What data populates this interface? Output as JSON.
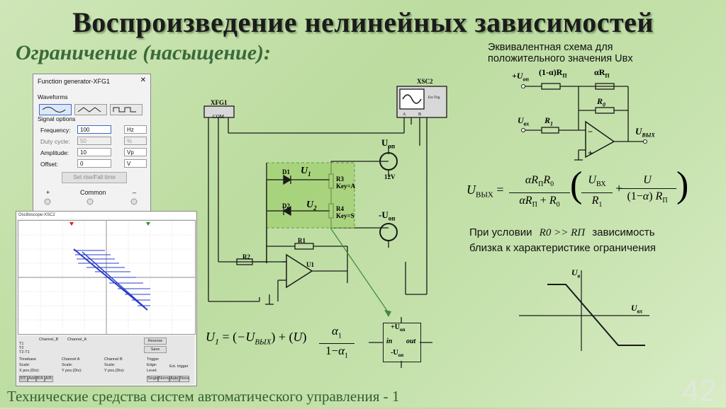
{
  "slide": {
    "title": "Воспроизведение нелинейных зависимостей",
    "subtitle": "Ограничение (насыщение):",
    "footer": "Технические средства систем автоматического управления - 1",
    "page_number": "42",
    "equiv_caption_line1": "Эквивалентная схема для",
    "equiv_caption_line2": "положительного значения Uвх",
    "condition_prefix": "При условии",
    "condition_formula": "R0 >> RП",
    "condition_suffix": "зависимость",
    "condition_line2": "близка к характеристике ограничения"
  },
  "function_generator": {
    "title": "Function generator-XFG1",
    "close": "✕",
    "waveforms_label": "Waveforms",
    "signal_options_label": "Signal options",
    "frequency_label": "Frequency:",
    "frequency_value": "100",
    "frequency_unit": "Hz",
    "duty_label": "Duty cycle:",
    "duty_value": "50",
    "duty_unit": "%",
    "amplitude_label": "Amplitude:",
    "amplitude_value": "10",
    "amplitude_unit": "Vp",
    "offset_label": "Offset:",
    "offset_value": "0",
    "offset_unit": "V",
    "rise_fall_button": "Set rise/Fall time",
    "plus": "+",
    "common": "Common",
    "minus": "_"
  },
  "oscilloscope": {
    "title": "Oscilloscope-XSC2",
    "channel_b": "Channel_B",
    "channel_a": "Channel_A",
    "t1": "T1",
    "t2": "T2",
    "t2t1": "T2-T1",
    "reverse": "Reverse",
    "save": "Save",
    "timebase": "Timebase",
    "channel_a_group": "Channel A",
    "channel_b_group": "Channel B",
    "trigger": "Trigger",
    "scale": "Scale:",
    "xpos": "X pos.(Div):",
    "ypos": "Y pos.(Div):",
    "level": "Level:",
    "edge": "Edge:",
    "ba": "B/A",
    "ab": "A/B",
    "add": "Add",
    "y_t": "Y/T",
    "single": "Single",
    "normal": "Normal",
    "auto": "Auto",
    "none": "None",
    "ext_trig": "Ext. trigger"
  },
  "circuit": {
    "xfg1": "XFG1",
    "xfg1_com": "COM",
    "xsc2": "XSC2",
    "xsc2_ext": "Ext Trig",
    "xsc2_a": "A",
    "xsc2_b": "B",
    "d1": "D1",
    "d2": "D2",
    "u1": "U",
    "u1_sub": "1",
    "u2": "U",
    "u2_sub": "2",
    "r3": "R3",
    "r3_key": "Key=A",
    "r4": "R4",
    "r4_key": "Key=S",
    "uop": "U",
    "uop_sub": "оп",
    "v12": "12V",
    "minus_uop": "-U",
    "minus_uop_sub": "оп",
    "r1": "R1",
    "r2": "R2",
    "opamp": "U1",
    "block_plus": "+U",
    "block_plus_sub": "оп",
    "block_in": "in",
    "block_out": "out",
    "block_minus": "-U",
    "block_minus_sub": "оп"
  },
  "equivalent": {
    "plus_uop": "+U",
    "plus_uop_sub": "оп",
    "alpha_rp": "(1-α)R",
    "alpha_rp_sub": "П",
    "arp": "αR",
    "arp_sub": "П",
    "r0": "R",
    "r0_sub": "0",
    "uin": "U",
    "uin_sub": "вх",
    "r1": "R",
    "r1_sub": "1",
    "uout": "U",
    "uout_sub": "ВЫХ"
  },
  "formulas": {
    "main_lhs": "U",
    "main_lhs_sub": "ВЫХ",
    "u1_formula": "U",
    "u1_sub": "1"
  },
  "graph": {
    "y_label": "U",
    "y_label_sub": "в",
    "x_label": "U",
    "x_label_sub": "вх"
  },
  "colors": {
    "wire": "#1a1a1a",
    "trace": "#2a3cc8",
    "block_fill": "#9fcf6e",
    "block_border": "#5f9e3a",
    "arrow": "#3d8a3d"
  }
}
